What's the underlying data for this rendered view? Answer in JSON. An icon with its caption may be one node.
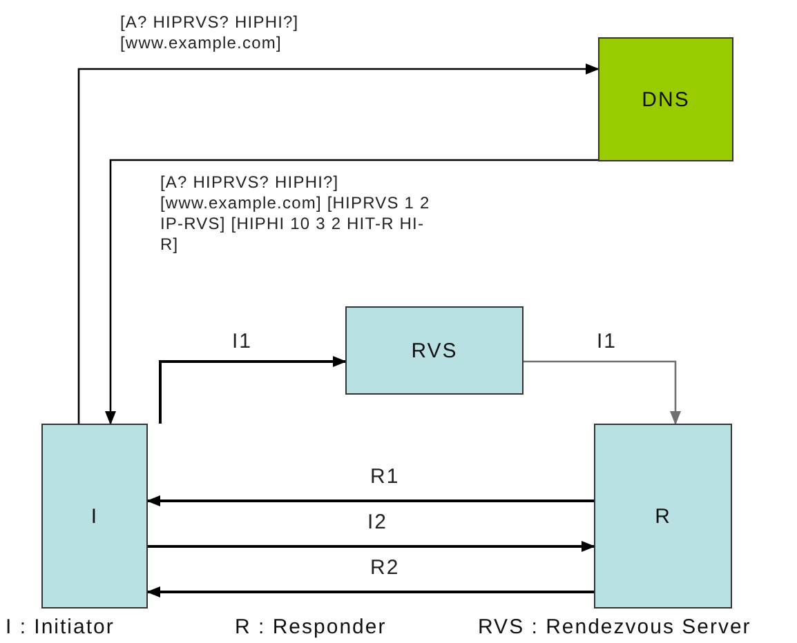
{
  "diagram": {
    "nodes": [
      {
        "text": [
          "DNS"
        ]
      },
      {
        "text": [
          "RVS"
        ]
      },
      {
        "text": [
          "I"
        ]
      },
      {
        "text": [
          "R"
        ]
      }
    ],
    "edges": [
      {
        "from": 2,
        "to": 0,
        "arrow": "to",
        "label": "[A? HIPRVS? HIPHI?] [www.example.com]"
      },
      {
        "from": 0,
        "to": 2,
        "arrow": "to",
        "label": "[A? HIPRVS? HIPHI?] [www.example.com] [HIPRVS 1 2 IP-RVS] [HIPHI 10 3 2 HIT-R HI-R]"
      },
      {
        "from": 2,
        "to": 1,
        "arrow": "to",
        "label": "I1"
      },
      {
        "from": 1,
        "to": 3,
        "arrow": "to",
        "label": "I1",
        "color": "#707070"
      },
      {
        "from": 3,
        "to": 2,
        "arrow": "to",
        "label": "R1"
      },
      {
        "from": 2,
        "to": 3,
        "arrow": "to",
        "label": "I2"
      },
      {
        "from": 3,
        "to": 2,
        "arrow": "to",
        "label": "R2"
      }
    ],
    "labels": [
      "I : Initiator",
      "R : Responder",
      "RVS : Rendezvous Server"
    ]
  }
}
